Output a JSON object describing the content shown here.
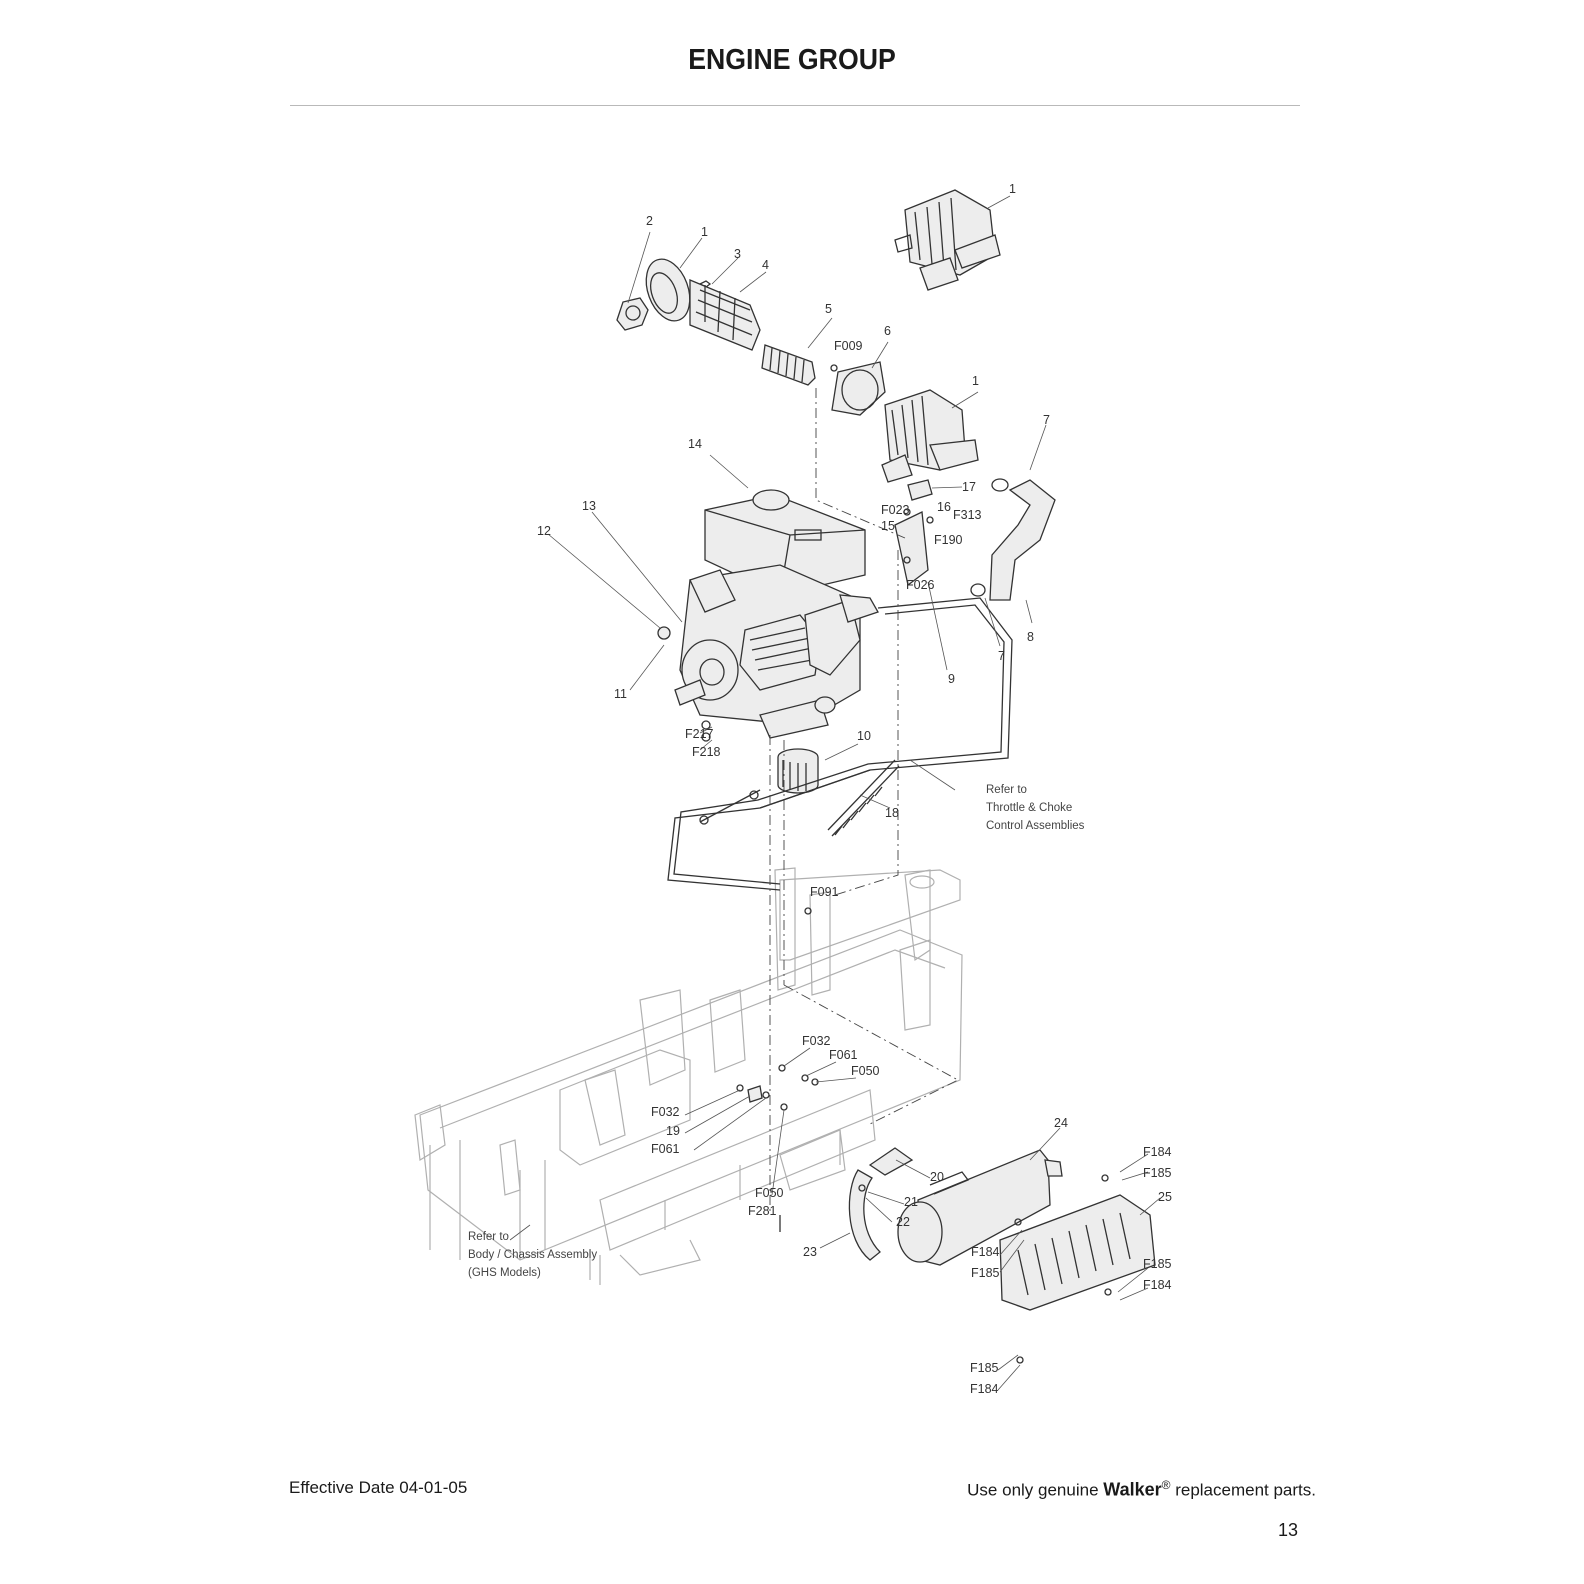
{
  "page": {
    "title": "ENGINE GROUP",
    "page_number": "13"
  },
  "footer": {
    "effective_date": "Effective Date 04-01-05",
    "notice_prefix": "Use only genuine",
    "brand": "Walker",
    "registered_mark": "®",
    "notice_suffix": "replacement parts."
  },
  "callouts": {
    "n1": "1",
    "n2": "2",
    "n3": "3",
    "n4": "4",
    "n5": "5",
    "n6": "6",
    "n7": "7",
    "n8": "8",
    "n9": "9",
    "n10": "10",
    "n11": "11",
    "n12": "12",
    "n13": "13",
    "n14": "14",
    "n15": "15",
    "n16": "16",
    "n17": "17",
    "n18": "18",
    "n19": "19",
    "n20": "20",
    "n21": "21",
    "n22": "22",
    "n23": "23",
    "n24": "24",
    "n25": "25",
    "f009": "F009",
    "f023": "F023",
    "f313": "F313",
    "f190": "F190",
    "f026": "F026",
    "f217": "F217",
    "f218": "F218",
    "f091": "F091",
    "f032": "F032",
    "f061": "F061",
    "f050": "F050",
    "f281": "F281",
    "f184": "F184",
    "f185": "F185"
  },
  "notes": {
    "throttle": [
      "Refer to",
      "Throttle & Choke",
      "Control Assemblies"
    ],
    "chassis": [
      "Refer to",
      "Body / Chassis Assembly",
      "(GHS Models)"
    ]
  },
  "icons": {
    "engine": "engine-block-drawing",
    "air_cleaner": "air-cleaner-drawing",
    "muffler": "muffler-drawing",
    "frame": "chassis-frame-drawing"
  }
}
